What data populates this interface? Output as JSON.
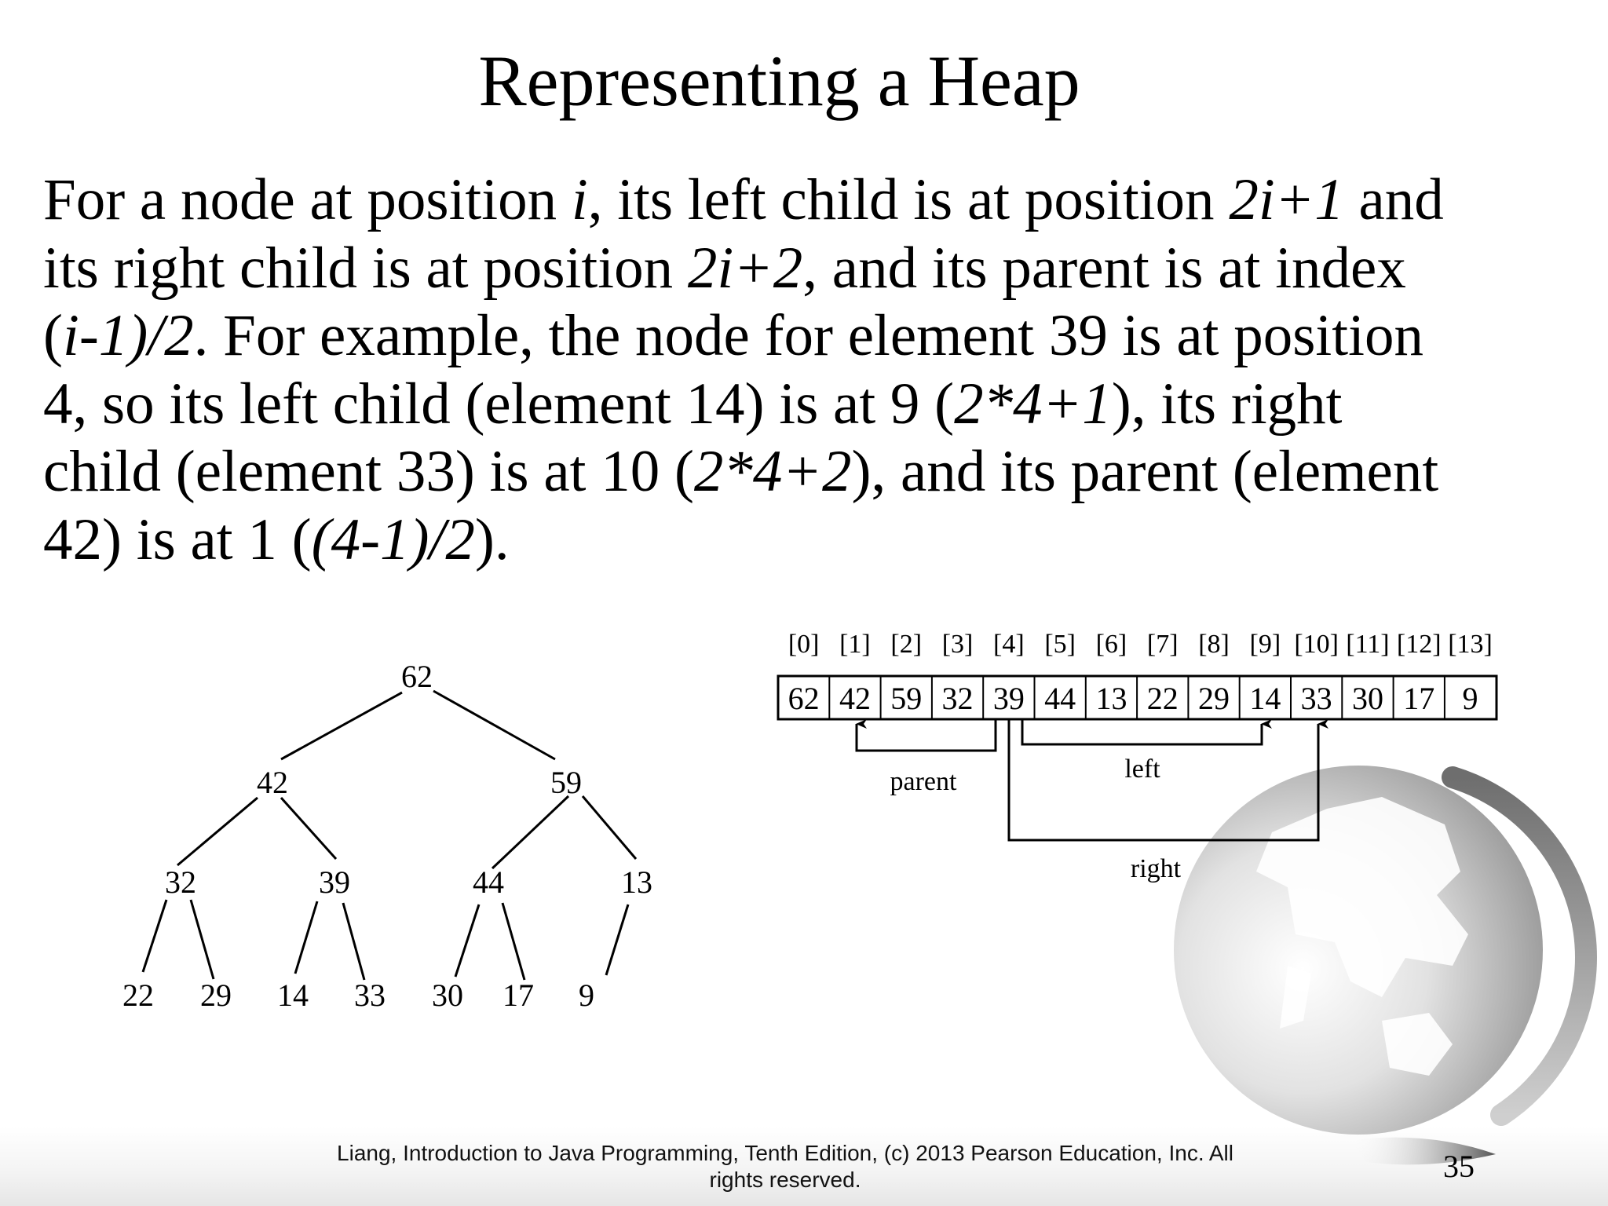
{
  "slide": {
    "title": "Representing a Heap",
    "page_number": "35",
    "footer": {
      "line1": "Liang, Introduction to Java Programming, Tenth Edition, (c) 2013 Pearson Education, Inc. All",
      "line2": "rights reserved."
    }
  },
  "paragraph": {
    "l1": {
      "a": "For a node at position ",
      "b": "i",
      "c": ", its left child is at position ",
      "d": "2i+1",
      "e": " and"
    },
    "l2": {
      "a": "its right child is at position ",
      "b": "2i+2",
      "c": ", and its parent is at index"
    },
    "l3": {
      "a": "(",
      "b": "i-1)/2",
      "c": ". For example, the node for element 39 is at position"
    },
    "l4": {
      "a": "4, so its left child (element 14) is at 9 (",
      "b": "2*4+1",
      "c": "), its right"
    },
    "l5": {
      "a": "child (element 33) is at 10 (",
      "b": "2*4+2",
      "c": "), and its parent (element"
    },
    "l6": {
      "a": "42) is at 1 (",
      "b": "(4-1)/2",
      "c": ")."
    }
  },
  "heap": {
    "values": [
      "62",
      "42",
      "59",
      "32",
      "39",
      "44",
      "13",
      "22",
      "29",
      "14",
      "33",
      "30",
      "17",
      "9"
    ],
    "indices": [
      "[0]",
      "[1]",
      "[2]",
      "[3]",
      "[4]",
      "[5]",
      "[6]",
      "[7]",
      "[8]",
      "[9]",
      "[10]",
      "[11]",
      "[12]",
      "[13]"
    ],
    "labels": {
      "parent": "parent",
      "left": "left",
      "right": "right"
    }
  },
  "colors": {
    "background": "#ffffff",
    "text": "#000000",
    "globe_dark": "#7a7a7a",
    "globe_light": "#d9d9d9"
  },
  "icons": {
    "decoration": "globe-icon"
  }
}
